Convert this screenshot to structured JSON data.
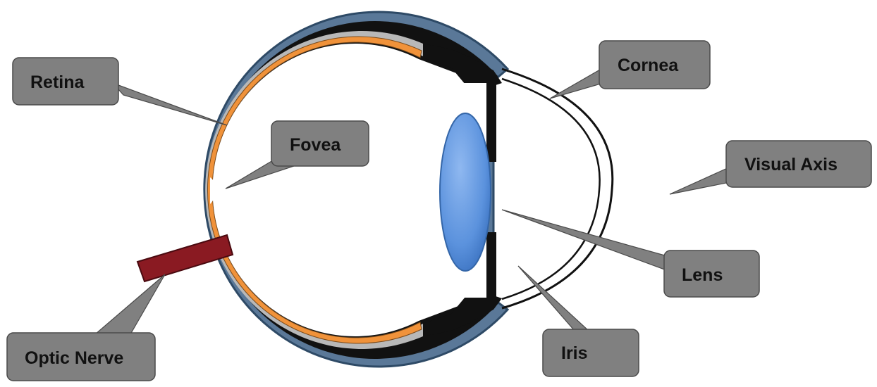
{
  "diagram": {
    "labels": {
      "retina": "Retina",
      "fovea": "Fovea",
      "cornea": "Cornea",
      "visual_axis": "Visual Axis",
      "lens": "Lens",
      "iris": "Iris",
      "optic_nerve": "Optic Nerve"
    },
    "colors": {
      "sclera_outer": "#5a7898",
      "choroid": "#111111",
      "sclera_inner": "#b8b8b8",
      "retina": "#f0923a",
      "lens": "#5b92dd",
      "optic_nerve": "#8a1a22",
      "callout_fill": "#808080",
      "callout_border": "#4a4a4a"
    }
  }
}
